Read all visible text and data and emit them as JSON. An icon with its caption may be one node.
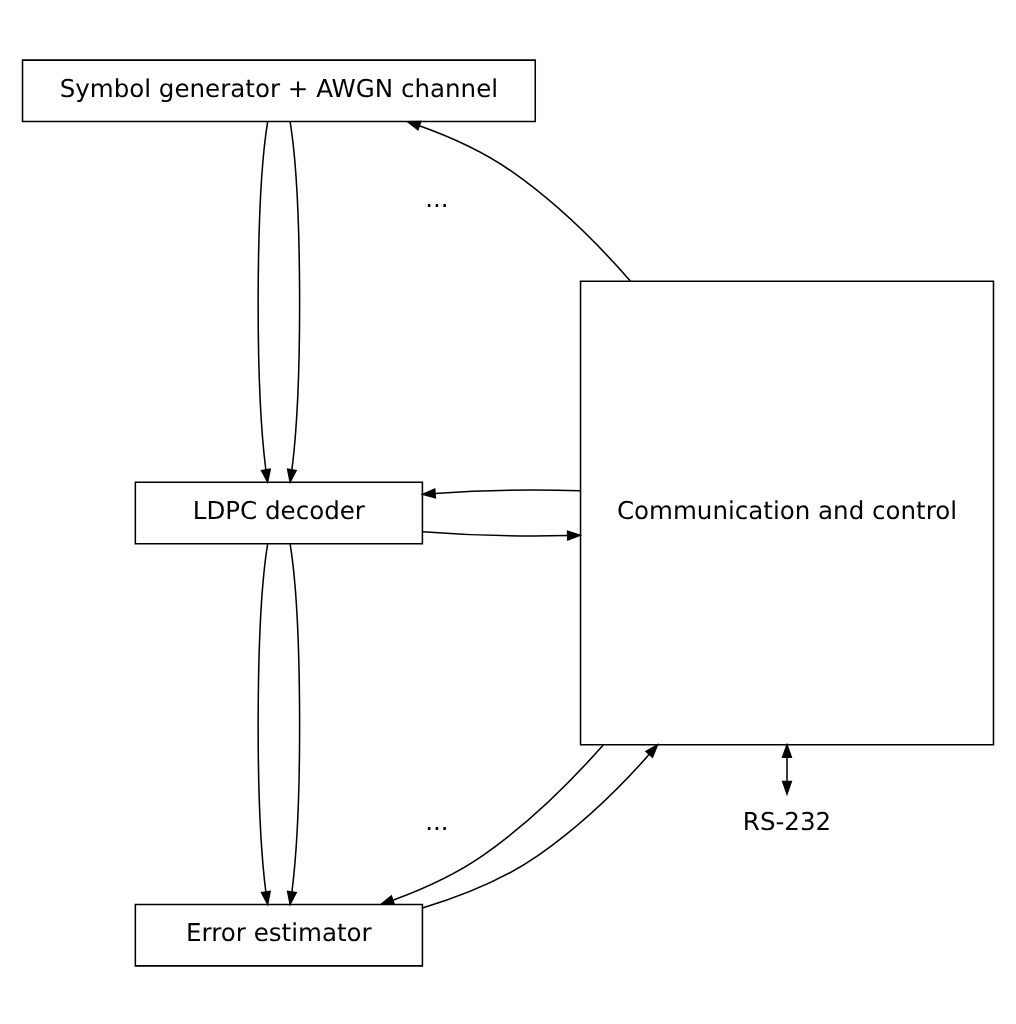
{
  "diagram": {
    "nodes": [
      {
        "text": [
          "Symbol generator + AWGN channel"
        ]
      },
      {
        "text": [
          "LDPC decoder"
        ]
      },
      {
        "text": [
          "Error estimator"
        ]
      },
      {
        "text": [
          "Communication and control"
        ]
      },
      {
        "text": [
          "RS-232"
        ]
      }
    ],
    "edges": [
      {
        "from": 3,
        "to": 0,
        "arrow": "to"
      },
      {
        "from": 0,
        "to": 1,
        "arrow": "to"
      },
      {
        "from": 0,
        "to": 1,
        "arrow": "to"
      },
      {
        "from": 1,
        "to": 3,
        "arrow": "to"
      },
      {
        "from": 3,
        "to": 1,
        "arrow": "to"
      },
      {
        "from": 1,
        "to": 2,
        "arrow": "to"
      },
      {
        "from": 1,
        "to": 2,
        "arrow": "to"
      },
      {
        "from": 2,
        "to": 3,
        "arrow": "to"
      },
      {
        "from": 3,
        "to": 2,
        "arrow": "to"
      },
      {
        "from": 3,
        "to": 4,
        "arrow": "both"
      }
    ],
    "labels": [
      "...",
      "..."
    ]
  }
}
